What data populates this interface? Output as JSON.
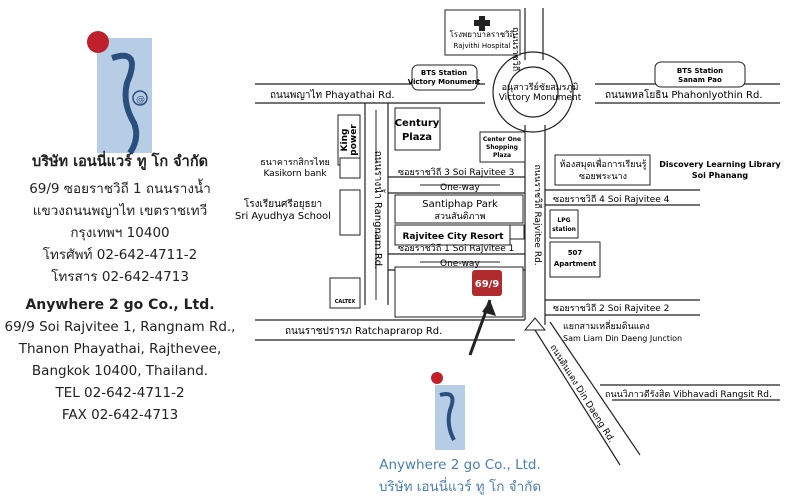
{
  "company": {
    "thai_name": "บริษัท เอนนี่แวร์ ทู โก จำกัด",
    "thai_address": [
      "69/9 ซอยราชวิถี 1 ถนนรางน้ำ",
      "แขวงถนนพญาไท เขตราชเทวี",
      "กรุงเทพฯ 10400"
    ],
    "thai_tel": "โทรศัพท์ 02-642-4711-2",
    "thai_fax": "โทรสาร 02-642-4713",
    "eng_name": "Anywhere 2 go Co., Ltd.",
    "eng_address": [
      "69/9 Soi Rajvitee 1, Rangnam Rd.,",
      "Thanon Phayathai, Rajthevee,",
      "Bangkok 10400, Thailand."
    ],
    "eng_tel": "TEL 02-642-4711-2",
    "eng_fax": "FAX 02-642-4713",
    "caption_en": "Anywhere 2 go Co., Ltd.",
    "caption_th": "บริษัท เอนนี่แวร์ ทู โก จำกัด"
  },
  "map": {
    "hospital_th": "โรงพยาบาลราชวิถี",
    "hospital_en": "Rajvithi Hospital",
    "bts_victory_1": "BTS Station",
    "bts_victory_2": "Victory Monument",
    "bts_sanampao_1": "BTS Station",
    "bts_sanampao_2": "Sanam Pao",
    "monument_th": "อนุสาวรีย์ชัยสมรภูมิ",
    "monument_en": "Victory Monument",
    "rajvitee_top_th": "ถนนราชวิถี",
    "phayathai_road": "ถนนพญาไท Phayathai Rd.",
    "phahon_road": "ถนนพหลโยธิน Phahonlyothin Rd.",
    "king_power_1": "King",
    "king_power_2": "power",
    "century_1": "Century",
    "century_2": "Plaza",
    "centerone_1": "Center One",
    "centerone_2": "Shopping",
    "centerone_3": "Plaza",
    "kasikorn_th": "ธนาคารกสิกรไทย",
    "kasikorn_en": "Kasikorn bank",
    "school_th": "โรงเรียนศรีอยุธยา",
    "school_en": "Sri Ayudhya School",
    "library_th_1": "ห้องสมุดเพื่อการเรียนรู้",
    "library_th_2": "ซอยพระนาง",
    "library_en_1": "Discovery Learning Library",
    "library_en_2": "Soi Phanang",
    "soi3": "ซอยราชวิถี 3 Soi Rajvitee 3",
    "soi4": "ซอยราชวิถี 4 Soi Rajvitee 4",
    "soi1": "ซอยราชวิถี 1 Soi Rajvitee 1",
    "soi2": "ซอยราชวิถี 2 Soi Rajvitee 2",
    "oneway": "One-way",
    "santiphap_en": "Santiphap Park",
    "santiphap_th": "สวนสันติภาพ",
    "rajvitee_resort": "Rajvitee City Resort",
    "rangnam_road": "ถนนรางน้ำ Rangnam Rd.",
    "rajvitee_road": "ถนนราชวิถี Rajvitee Rd.",
    "lpg_1": "LPG",
    "lpg_2": "station",
    "apt_1": "507",
    "apt_2": "Apartment",
    "marker": "69/9",
    "caltex": "CALTEX",
    "ratchaprarop": "ถนนราชปรารภ Ratchaprarop Rd.",
    "junction_th": "แยกสามเหลี่ยมดินแดง",
    "junction_en": "Sam Liam Din Daeng Junction",
    "vibhavadi": "ถนนวิภาวดีรังสิต Vibhavadi Rangsit Rd.",
    "dindaeng": "ถนนดินแดง Din Daeng Rd."
  }
}
